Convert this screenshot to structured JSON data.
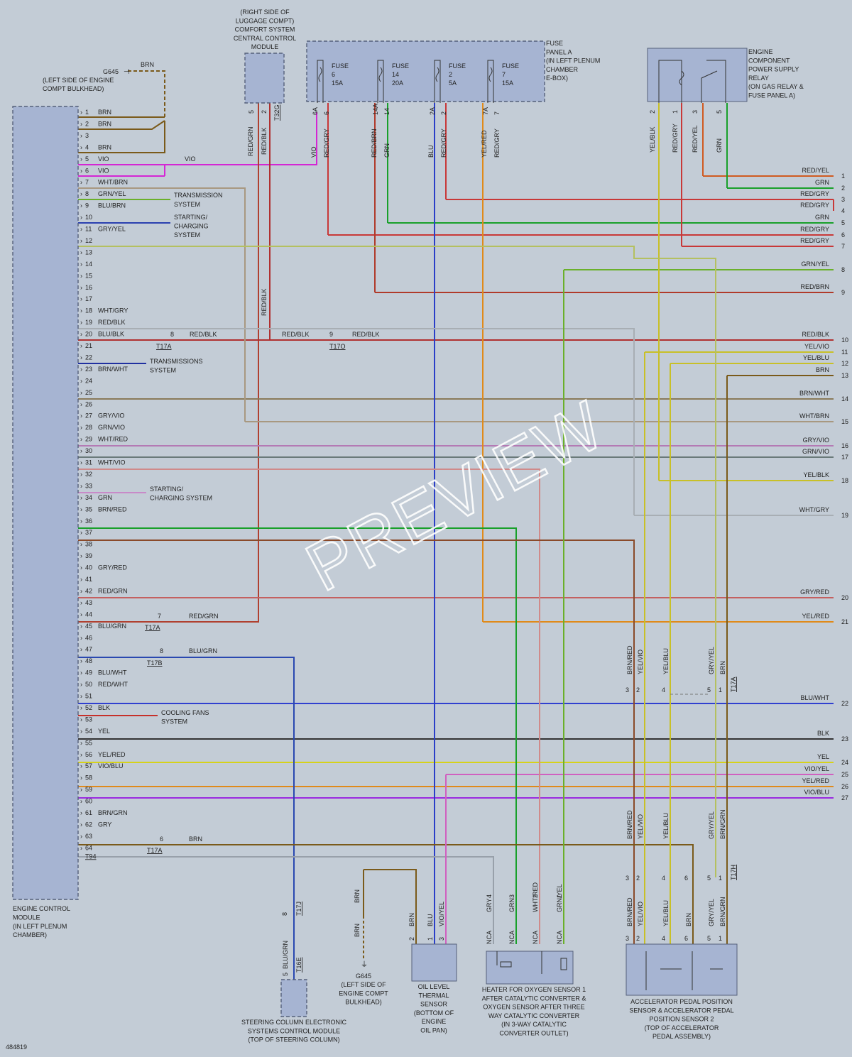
{
  "ecm": {
    "label": [
      "ENGINE CONTROL",
      "MODULE",
      "(IN LEFT PLENUM",
      "CHAMBER)"
    ],
    "connector": "T94",
    "pins": [
      {
        "n": "1",
        "c": "BRN"
      },
      {
        "n": "2",
        "c": "BRN"
      },
      {
        "n": "3",
        "c": ""
      },
      {
        "n": "4",
        "c": "BRN"
      },
      {
        "n": "5",
        "c": "VIO"
      },
      {
        "n": "6",
        "c": "VIO"
      },
      {
        "n": "7",
        "c": "WHT/BRN"
      },
      {
        "n": "8",
        "c": "GRN/YEL"
      },
      {
        "n": "9",
        "c": "BLU/BRN"
      },
      {
        "n": "10",
        "c": ""
      },
      {
        "n": "11",
        "c": "GRY/YEL"
      },
      {
        "n": "12",
        "c": ""
      },
      {
        "n": "13",
        "c": ""
      },
      {
        "n": "14",
        "c": ""
      },
      {
        "n": "15",
        "c": ""
      },
      {
        "n": "16",
        "c": ""
      },
      {
        "n": "17",
        "c": ""
      },
      {
        "n": "18",
        "c": "WHT/GRY"
      },
      {
        "n": "19",
        "c": "RED/BLK"
      },
      {
        "n": "20",
        "c": "BLU/BLK"
      },
      {
        "n": "21",
        "c": ""
      },
      {
        "n": "22",
        "c": ""
      },
      {
        "n": "23",
        "c": "BRN/WHT"
      },
      {
        "n": "24",
        "c": ""
      },
      {
        "n": "25",
        "c": ""
      },
      {
        "n": "26",
        "c": ""
      },
      {
        "n": "27",
        "c": "GRY/VIO"
      },
      {
        "n": "28",
        "c": "GRN/VIO"
      },
      {
        "n": "29",
        "c": "WHT/RED"
      },
      {
        "n": "30",
        "c": ""
      },
      {
        "n": "31",
        "c": "WHT/VIO"
      },
      {
        "n": "32",
        "c": ""
      },
      {
        "n": "33",
        "c": ""
      },
      {
        "n": "34",
        "c": "GRN"
      },
      {
        "n": "35",
        "c": "BRN/RED"
      },
      {
        "n": "36",
        "c": ""
      },
      {
        "n": "37",
        "c": ""
      },
      {
        "n": "38",
        "c": ""
      },
      {
        "n": "39",
        "c": ""
      },
      {
        "n": "40",
        "c": "GRY/RED"
      },
      {
        "n": "41",
        "c": ""
      },
      {
        "n": "42",
        "c": "RED/GRN"
      },
      {
        "n": "43",
        "c": ""
      },
      {
        "n": "44",
        "c": ""
      },
      {
        "n": "45",
        "c": "BLU/GRN"
      },
      {
        "n": "46",
        "c": ""
      },
      {
        "n": "47",
        "c": ""
      },
      {
        "n": "48",
        "c": ""
      },
      {
        "n": "49",
        "c": "BLU/WHT"
      },
      {
        "n": "50",
        "c": "RED/WHT"
      },
      {
        "n": "51",
        "c": ""
      },
      {
        "n": "52",
        "c": "BLK"
      },
      {
        "n": "53",
        "c": ""
      },
      {
        "n": "54",
        "c": "YEL"
      },
      {
        "n": "55",
        "c": ""
      },
      {
        "n": "56",
        "c": "YEL/RED"
      },
      {
        "n": "57",
        "c": "VIO/BLU"
      },
      {
        "n": "58",
        "c": ""
      },
      {
        "n": "59",
        "c": ""
      },
      {
        "n": "60",
        "c": ""
      },
      {
        "n": "61",
        "c": "BRN/GRN"
      },
      {
        "n": "62",
        "c": "GRY"
      },
      {
        "n": "63",
        "c": ""
      },
      {
        "n": "64",
        "c": ""
      }
    ]
  },
  "ground_top": {
    "id": "G645",
    "wire": "BRN",
    "label": [
      "(LEFT SIDE OF ENGINE",
      "COMPT BULKHEAD)"
    ]
  },
  "comfort_module": {
    "label": [
      "(RIGHT SIDE OF",
      "LUGGAGE COMPT)",
      "COMFORT SYSTEM",
      "CENTRAL CONTROL",
      "MODULE"
    ],
    "pins": [
      "5",
      "2"
    ],
    "connector": "T32G",
    "wires": [
      "RED/GRN",
      "RED/BLK"
    ]
  },
  "fuse_panel": {
    "label": [
      "FUSE",
      "PANEL A",
      "(IN LEFT PLENUM",
      "CHAMBER",
      "E-BOX)"
    ],
    "fuses": [
      {
        "name": "FUSE",
        "num": "6",
        "amp": "15A",
        "pins": [
          "6A",
          "6"
        ],
        "wires": [
          "VIO",
          "RED/GRY"
        ]
      },
      {
        "name": "FUSE",
        "num": "14",
        "amp": "20A",
        "pins": [
          "14A",
          "14"
        ],
        "wires": [
          "RED/BRN",
          "GRN"
        ]
      },
      {
        "name": "FUSE",
        "num": "2",
        "amp": "5A",
        "pins": [
          "2A",
          "2"
        ],
        "wires": [
          "BLU",
          "RED/GRY"
        ]
      },
      {
        "name": "FUSE",
        "num": "7",
        "amp": "15A",
        "pins": [
          "7A",
          "7"
        ],
        "wires": [
          "YEL/RED",
          "RED/GRY"
        ]
      }
    ]
  },
  "relay": {
    "label": [
      "ENGINE",
      "COMPONENT",
      "POWER SUPPLY",
      "RELAY",
      "(ON GAS RELAY &",
      "FUSE PANEL A)"
    ],
    "pins": [
      "2",
      "1",
      "3",
      "5"
    ],
    "wires": [
      "YEL/BLK",
      "RED/GRY",
      "RED/YEL",
      "GRN"
    ]
  },
  "side_wires": [
    {
      "n": "1",
      "c": "RED/YEL"
    },
    {
      "n": "2",
      "c": "GRN"
    },
    {
      "n": "3",
      "c": "RED/GRY"
    },
    {
      "n": "4",
      "c": "RED/GRY"
    },
    {
      "n": "5",
      "c": "GRN"
    },
    {
      "n": "6",
      "c": "RED/GRY"
    },
    {
      "n": "7",
      "c": "RED/GRY"
    },
    {
      "n": "8",
      "c": "GRN/YEL"
    },
    {
      "n": "9",
      "c": "RED/BRN"
    },
    {
      "n": "10",
      "c": "RED/BLK"
    },
    {
      "n": "11",
      "c": "YEL/VIO"
    },
    {
      "n": "12",
      "c": "YEL/BLU"
    },
    {
      "n": "13",
      "c": "BRN"
    },
    {
      "n": "14",
      "c": "BRN/WHT"
    },
    {
      "n": "15",
      "c": "WHT/BRN"
    },
    {
      "n": "16",
      "c": "GRY/VIO"
    },
    {
      "n": "17",
      "c": "GRN/VIO"
    },
    {
      "n": "18",
      "c": "YEL/BLK"
    },
    {
      "n": "19",
      "c": "WHT/GRY"
    },
    {
      "n": "20",
      "c": "GRY/RED"
    },
    {
      "n": "21",
      "c": "YEL/RED"
    },
    {
      "n": "22",
      "c": "BLU/WHT"
    },
    {
      "n": "23",
      "c": "BLK"
    },
    {
      "n": "24",
      "c": "YEL"
    },
    {
      "n": "25",
      "c": "VIO/YEL"
    },
    {
      "n": "26",
      "c": "YEL/RED"
    },
    {
      "n": "27",
      "c": "VIO/BLU"
    }
  ],
  "notes": {
    "vio": "VIO",
    "trans1": [
      "TRANSMISSION",
      "SYSTEM"
    ],
    "start1": [
      "STARTING/",
      "CHARGING",
      "SYSTEM"
    ],
    "trans2": [
      "TRANSMISSIONS",
      "SYSTEM"
    ],
    "start2": [
      "STARTING/",
      "CHARGING SYSTEM"
    ],
    "cooling": [
      "COOLING FANS",
      "SYSTEM"
    ]
  },
  "connectors": {
    "t17a_8": {
      "pin": "8",
      "id": "T17A",
      "wire": "RED/BLK"
    },
    "t17o_9": {
      "pin": "9",
      "id": "T17O",
      "wire": "RED/BLK"
    },
    "redblk_mid": "RED/BLK",
    "redblk_vert": "RED/BLK",
    "t17a_7": {
      "pin": "7",
      "id": "T17A",
      "wire": "RED/GRN"
    },
    "t17b_8": {
      "pin": "8",
      "id": "T17B",
      "wire": "BLU/GRN"
    },
    "t17a_6": {
      "pin": "6",
      "id": "T17A",
      "wire": "BRN"
    },
    "t17a_app": {
      "id": "T17A",
      "pins": [
        "3",
        "2",
        "4",
        "5",
        "1"
      ],
      "wires": [
        "BRN/RED",
        "YEL/VIO",
        "YEL/BLU",
        "GRY/YEL",
        "BRN"
      ]
    },
    "t17h": {
      "id": "T17H",
      "pins": [
        "3",
        "2",
        "4",
        "6",
        "5",
        "1"
      ],
      "wires": [
        "BRN/RED",
        "YEL/VIO",
        "YEL/BLU",
        "GRY/YEL",
        "BRN/GRN"
      ]
    },
    "t17j": {
      "pin": "8",
      "id": "T17J",
      "wire": "BLU/GRN"
    },
    "t16e": {
      "pin": "5",
      "id": "T16E",
      "wire": "BLU/GRN"
    }
  },
  "steering": {
    "label": [
      "STEERING COLUMN ELECTRONIC",
      "SYSTEMS CONTROL MODULE",
      "(TOP OF STEERING COLUMN)"
    ]
  },
  "ground_bottom": {
    "id": "G645",
    "wires": [
      "BRN",
      "BRN"
    ],
    "label": [
      "(LEFT SIDE OF",
      "ENGINE COMPT",
      "BULKHEAD)"
    ]
  },
  "oil_sensor": {
    "label": [
      "OIL LEVEL",
      "THERMAL",
      "SENSOR",
      "(BOTTOM OF",
      "ENGINE",
      "OIL PAN)"
    ],
    "pins": [
      "2",
      "1",
      "3"
    ],
    "wires": [
      "BRN",
      "BLU",
      "VIO/YEL"
    ]
  },
  "o2_sensor": {
    "label": [
      "HEATER FOR OXYGEN SENSOR 1",
      "AFTER CATALYTIC CONVERTER &",
      "OXYGEN SENSOR AFTER THREE",
      "WAY CATALYTIC CONVERTER",
      "(IN 3-WAY CATALYTIC",
      "CONVERTER OUTLET)"
    ],
    "pins": [
      "4",
      "3",
      "2",
      "1"
    ],
    "wires": [
      "GRY",
      "GRN",
      "WHT/RED",
      "GRN/YEL"
    ],
    "nca": "NCA"
  },
  "app_sensor": {
    "label": [
      "ACCELERATOR PEDAL POSITION",
      "SENSOR & ACCELERATOR PEDAL",
      "POSITION SENSOR 2",
      "(TOP OF ACCELERATOR",
      "PEDAL ASSEMBLY)"
    ],
    "pins": [
      "3",
      "2",
      "4",
      "6",
      "5",
      "1"
    ],
    "wires": [
      "BRN/RED",
      "YEL/VIO",
      "YEL/BLU",
      "BRN",
      "GRY/YEL",
      "BRN/GRN"
    ]
  },
  "footer_id": "484819",
  "watermark": "PREVIEW",
  "colors": {
    "BRN": "#7a5a1a",
    "VIO": "#d426d4",
    "RED": "#c6302a",
    "GRN": "#18a02a",
    "BLU": "#2a3ec8",
    "YEL": "#d6d21a",
    "GRY": "#98a0aa",
    "WHT": "#e8e8e8",
    "BLK": "#333333",
    "ORG": "#e08a1a"
  }
}
